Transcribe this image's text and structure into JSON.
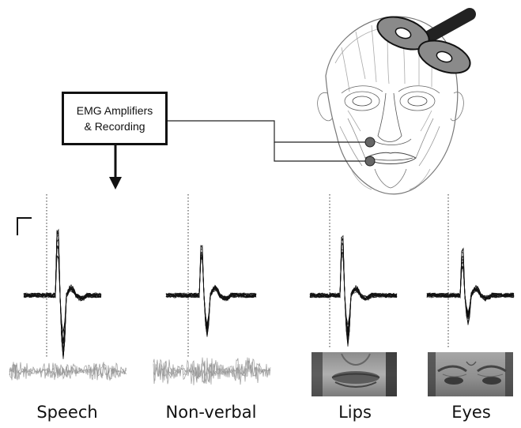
{
  "amplifier": {
    "line1": "EMG Amplifiers",
    "line2": "& Recording"
  },
  "conditions": [
    {
      "label": "Speech"
    },
    {
      "label": "Non-verbal"
    },
    {
      "label": "Lips"
    },
    {
      "label": "Eyes"
    }
  ],
  "colors": {
    "ink": "#111111",
    "electrode": "#666666",
    "raw_emg": "#9a9a9a",
    "face_sketch": "#bdbdbd"
  }
}
